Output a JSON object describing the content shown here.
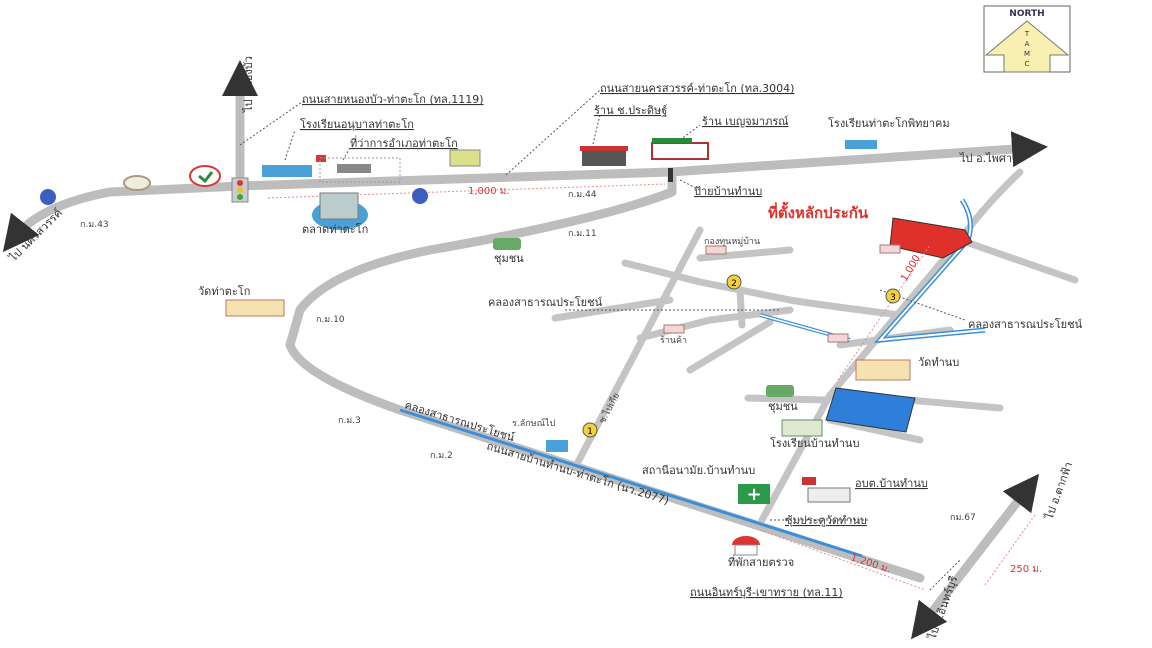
{
  "north_arrow": {
    "title": "NORTH",
    "letters": [
      "T",
      "A",
      "M",
      "C"
    ]
  },
  "colors": {
    "road": "#bdbdbd",
    "collateral": "#e0302a",
    "canal": "#3b8fd8",
    "pond": "#2e7fd9",
    "label_red": "#d33333"
  },
  "roads": {
    "hwy1119": "ถนนสายหนองบัว-ท่าตะโก (ทล.1119)",
    "hwy3004": "ถนนสายนครสวรรค์-ท่าตะโก (ทล.3004)",
    "rural2077": "ถนนสายบ้านทำนบ-ท่าตะโก (นว.2077)",
    "hwy11": "ถนนอินทร์บุรี-เขาทราย (ทล.11)",
    "lane": "ซ.ไปเกีย"
  },
  "directions": {
    "north": "ไป หนองบัว",
    "west": "ไป นครสวรรค์",
    "east": "ไป อ.ไพศาลี",
    "southeast_up": "ไป อ.ตากฟ้า",
    "southeast_down": "ไป อ.อินทร์บุรี"
  },
  "places": {
    "kindergarten": "โรงเรียนอนุบาลท่าตะโก",
    "district_office": "ที่ว่าการอำเภอท่าตะโก",
    "shop1": "ร้าน ช.ประดิษฐ์",
    "shop2": "ร้าน เบญจมาภรณ์",
    "school_pittaya": "โรงเรียนท่าตะโกพิทยาคม",
    "market": "ตลาดท่าตะโก",
    "bus_stop": "ป้ายบ้านทำนบ",
    "collateral": "ที่ตั้งหลักประกัน",
    "community1": "ชุมชน",
    "wat_thatako": "วัดท่าตะโก",
    "village_fund": "กองทุนหมู่บ้าน",
    "canal1": "คลองสาธารณประโยชน์",
    "canal2": "คลองสาธารณประโยชน์",
    "canal3": "คลองสาธารณประโยชน์",
    "shop3": "ร้านค้า",
    "wat_thamnop": "วัดทำนบ",
    "community2": "ชุมชน",
    "school_thamnop": "โรงเรียนบ้านทำนบ",
    "health_station": "สถานีอนามัย.บ้านทำนบ",
    "sao": "อบต.บ้านทำนบ",
    "temple_gate": "ซุ้มประตูวัดทำนบ",
    "police_box": "ที่พักสายตรวจ",
    "lane_shop": "ร.ลักษณ์ไป"
  },
  "markers": [
    "1",
    "2",
    "3"
  ],
  "km_posts": {
    "k44": "ก.ม.44",
    "k11": "ก.ม.11",
    "k43": "ก.ม.43",
    "k10": "ก.ม.10",
    "k3": "ก.ม.3",
    "k2": "ก.ม.2",
    "k67": "กม.67"
  },
  "distances": {
    "d1": "1,000 ม.",
    "d2": "1,000 ม.",
    "d3": "1,200 ม.",
    "d4": "250 ม."
  }
}
